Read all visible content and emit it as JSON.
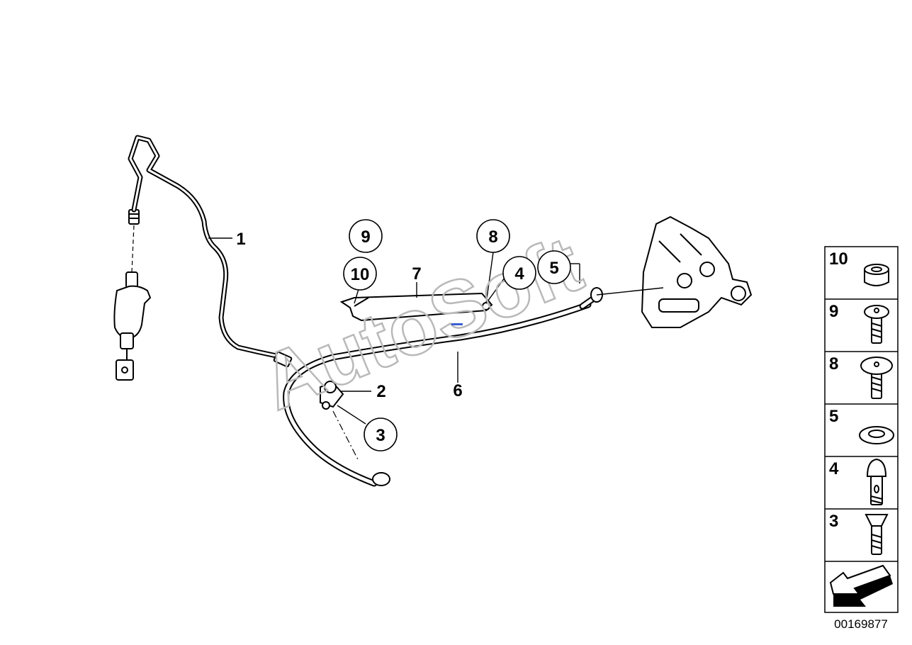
{
  "diagram": {
    "watermark": "AutoSoft",
    "callouts": [
      {
        "id": "1",
        "label": "1",
        "circled": false
      },
      {
        "id": "2",
        "label": "2",
        "circled": false
      },
      {
        "id": "3",
        "label": "3",
        "circled": true
      },
      {
        "id": "4",
        "label": "4",
        "circled": true
      },
      {
        "id": "5",
        "label": "5",
        "circled": true
      },
      {
        "id": "6",
        "label": "6",
        "circled": false
      },
      {
        "id": "7",
        "label": "7",
        "circled": false
      },
      {
        "id": "8",
        "label": "8",
        "circled": true
      },
      {
        "id": "9",
        "label": "9",
        "circled": true
      },
      {
        "id": "10",
        "label": "10",
        "circled": true
      }
    ],
    "parts_panel": [
      "10",
      "9",
      "8",
      "5",
      "4",
      "3"
    ],
    "diagram_code": "00169877"
  }
}
